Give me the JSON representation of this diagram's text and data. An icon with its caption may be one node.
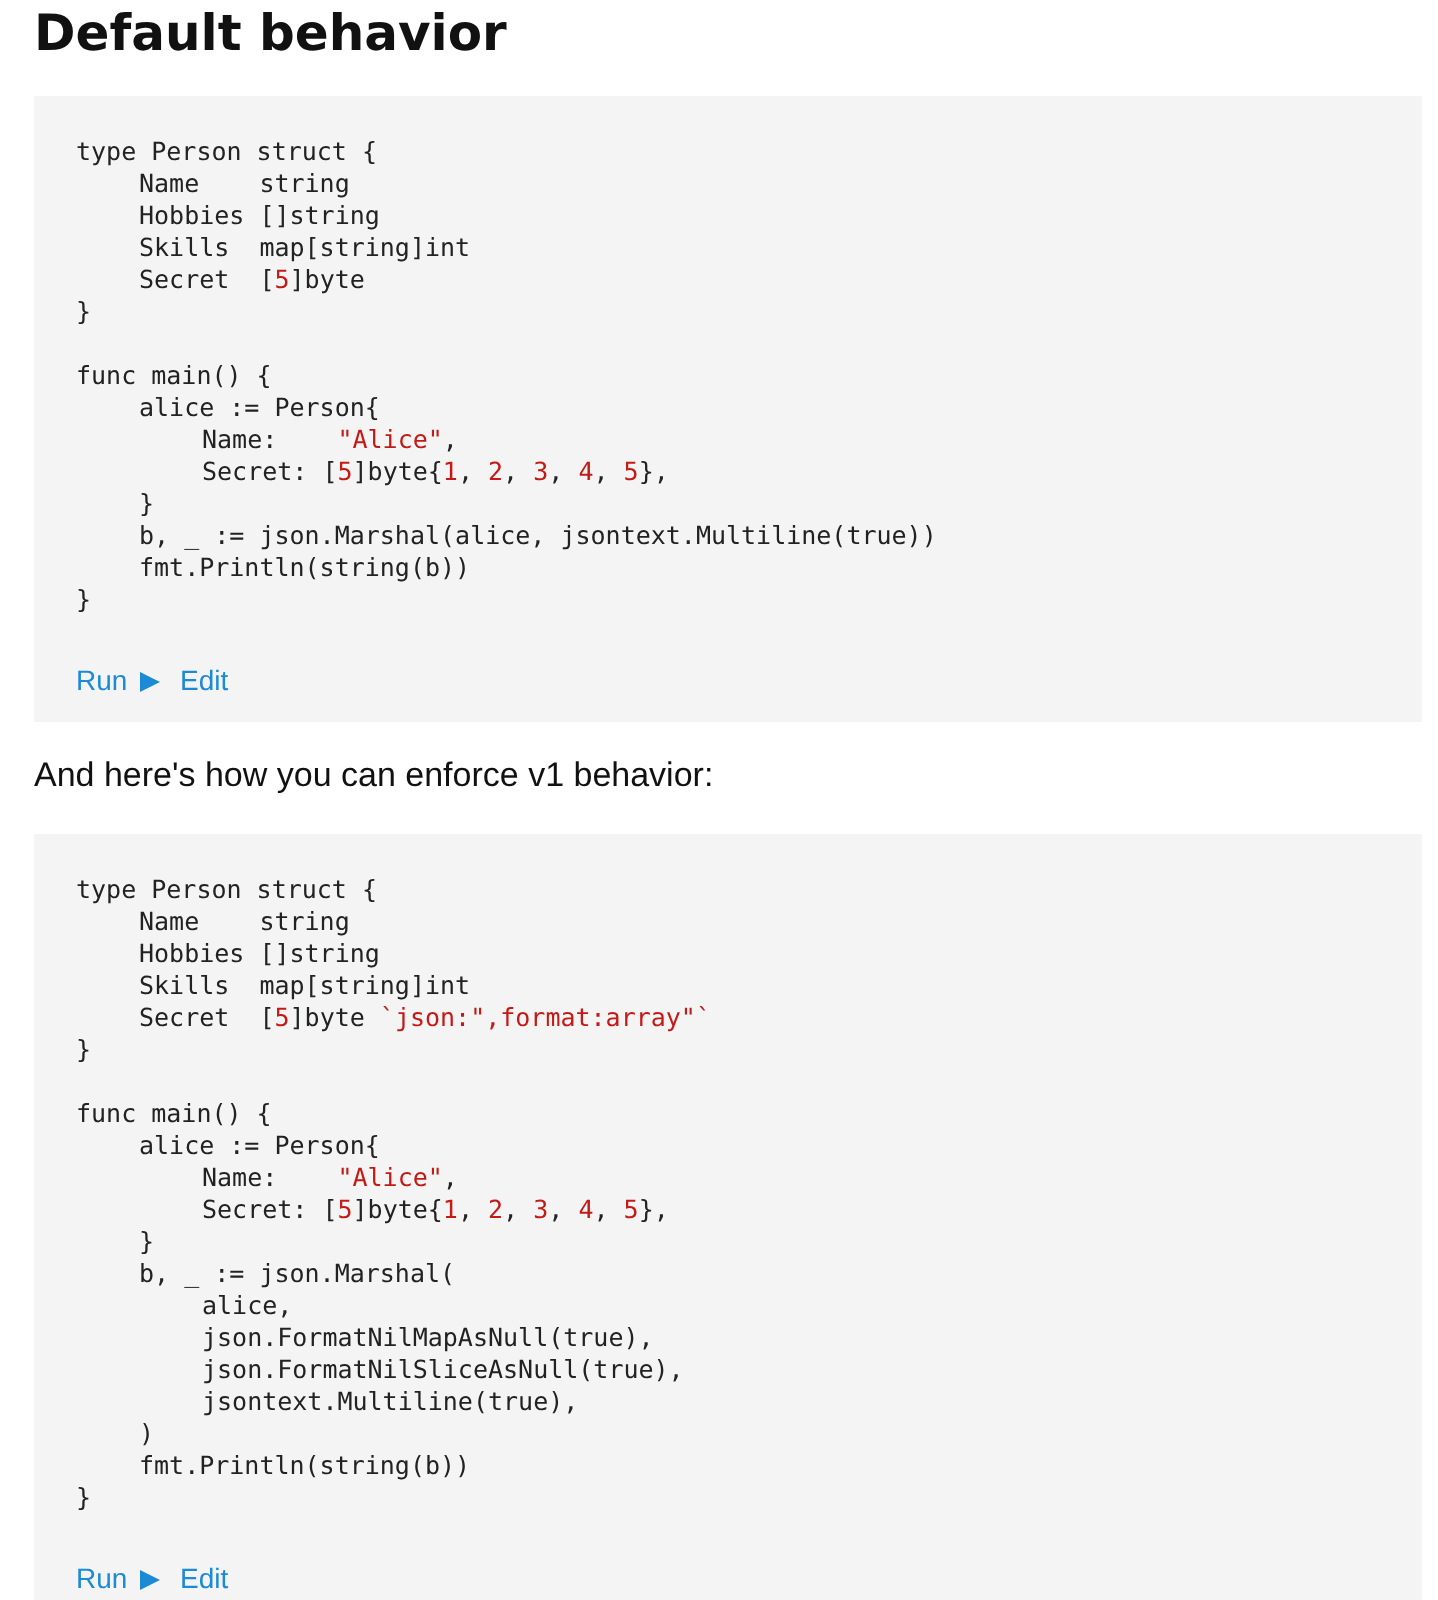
{
  "diagram": {
    "title": "Default behavior",
    "labels": [
      "type Person struct {",
      "Name    string",
      "Hobbies []string",
      "Skills  map[string]int",
      "Secret  [5]byte",
      "}",
      "func main() {",
      "alice := Person{",
      "Name:    \"Alice\",",
      "Secret: [5]byte{1, 2, 3, 4, 5},",
      "}",
      "b, _ := json.Marshal(alice, jsontext.Multiline(true))",
      "fmt.Println(string(b))",
      "}",
      "Run",
      "Edit",
      "And here's how you can enforce v1 behavior:",
      "type Person struct {",
      "Name    string",
      "Hobbies []string",
      "Skills  map[string]int",
      "Secret  [5]byte `json:\",format:array\"`",
      "}",
      "func main() {",
      "alice := Person{",
      "Name:    \"Alice\",",
      "Secret: [5]byte{1, 2, 3, 4, 5},",
      "}",
      "b, _ := json.Marshal(",
      "alice,",
      "json.FormatNilMapAsNull(true),",
      "json.FormatNilSliceAsNull(true),",
      "jsontext.Multiline(true),",
      ")",
      "fmt.Println(string(b))",
      "}",
      "Run",
      "Edit"
    ]
  }
}
